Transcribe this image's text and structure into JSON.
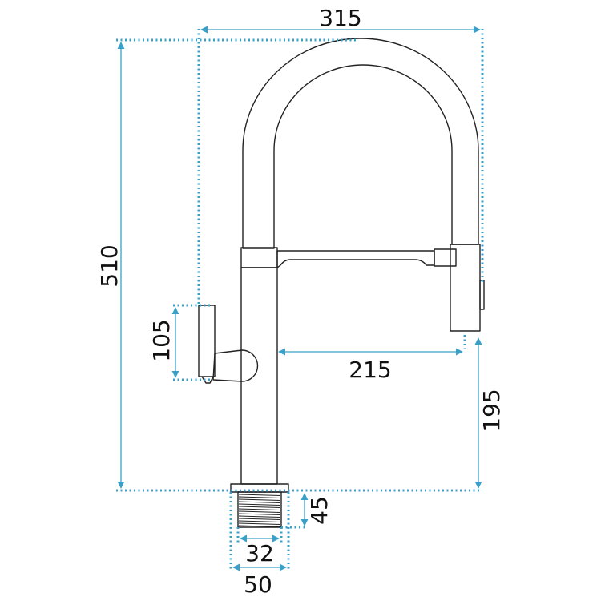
{
  "colors": {
    "dimension": "#3aa0c8",
    "outline": "#222222",
    "text": "#111111"
  },
  "dimensions": {
    "overall_width": "315",
    "overall_height": "510",
    "handle_height": "105",
    "spout_reach": "215",
    "spout_clearance": "195",
    "thread_length": "45",
    "thread_diameter": "32",
    "base_diameter": "50"
  }
}
